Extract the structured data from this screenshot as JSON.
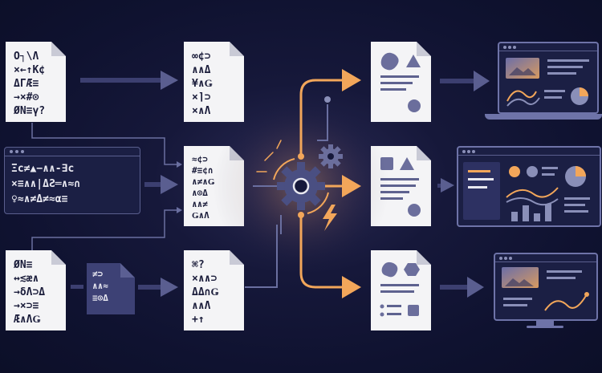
{
  "inputs": {
    "doc_top": [
      "O┐\\Ʌ",
      "×←↑K¢",
      "ΔΓÆ≡",
      "→×#⊙",
      "ØN≡ү?"
    ],
    "window_mid": [
      "Ξϲ≠▲−∧∧‐∃ϲ",
      "×≡∧∧|ΔƧ═∧≈∩",
      "♀≈∧≠Δ≠≈α≡"
    ],
    "doc_bottom": [
      "ØN≡",
      "↔≲æ∧",
      "→δɅ⊃Δ",
      "→×⊃≡",
      "Æ∧ɅǤ"
    ]
  },
  "intermediate": {
    "doc_top": [
      "∞¢⊃",
      "∧∧Δ",
      "¥∧Ǥ",
      "×⌉⊃",
      "×∧Ʌ"
    ],
    "doc_mid": [
      "≈¢⊃",
      "#≡¢∩",
      "∧≠∧Ǥ",
      "∧⊙Δ",
      "∧∧≠",
      "Ǥ∧Ʌ"
    ],
    "chip": [
      "≠⊃",
      "∧∧≈",
      "≡⊙Δ"
    ],
    "doc_bottom": [
      "⌘?",
      "×∧∧⊃",
      "ΔΔ∩Ǥ",
      "∧∧Ʌ",
      "+↑"
    ]
  },
  "colors": {
    "accent": "#f2a65a",
    "arrow": "#5a5e90",
    "connector": "#6a6fa0",
    "gear": "#4a4f82",
    "doc_shape": "#6b6e9c"
  },
  "icons": [
    "gear-icon",
    "small-gear-icon",
    "lightning-icon",
    "pie-chart-icon",
    "bar-chart-icon",
    "laptop-icon",
    "monitor-icon"
  ]
}
